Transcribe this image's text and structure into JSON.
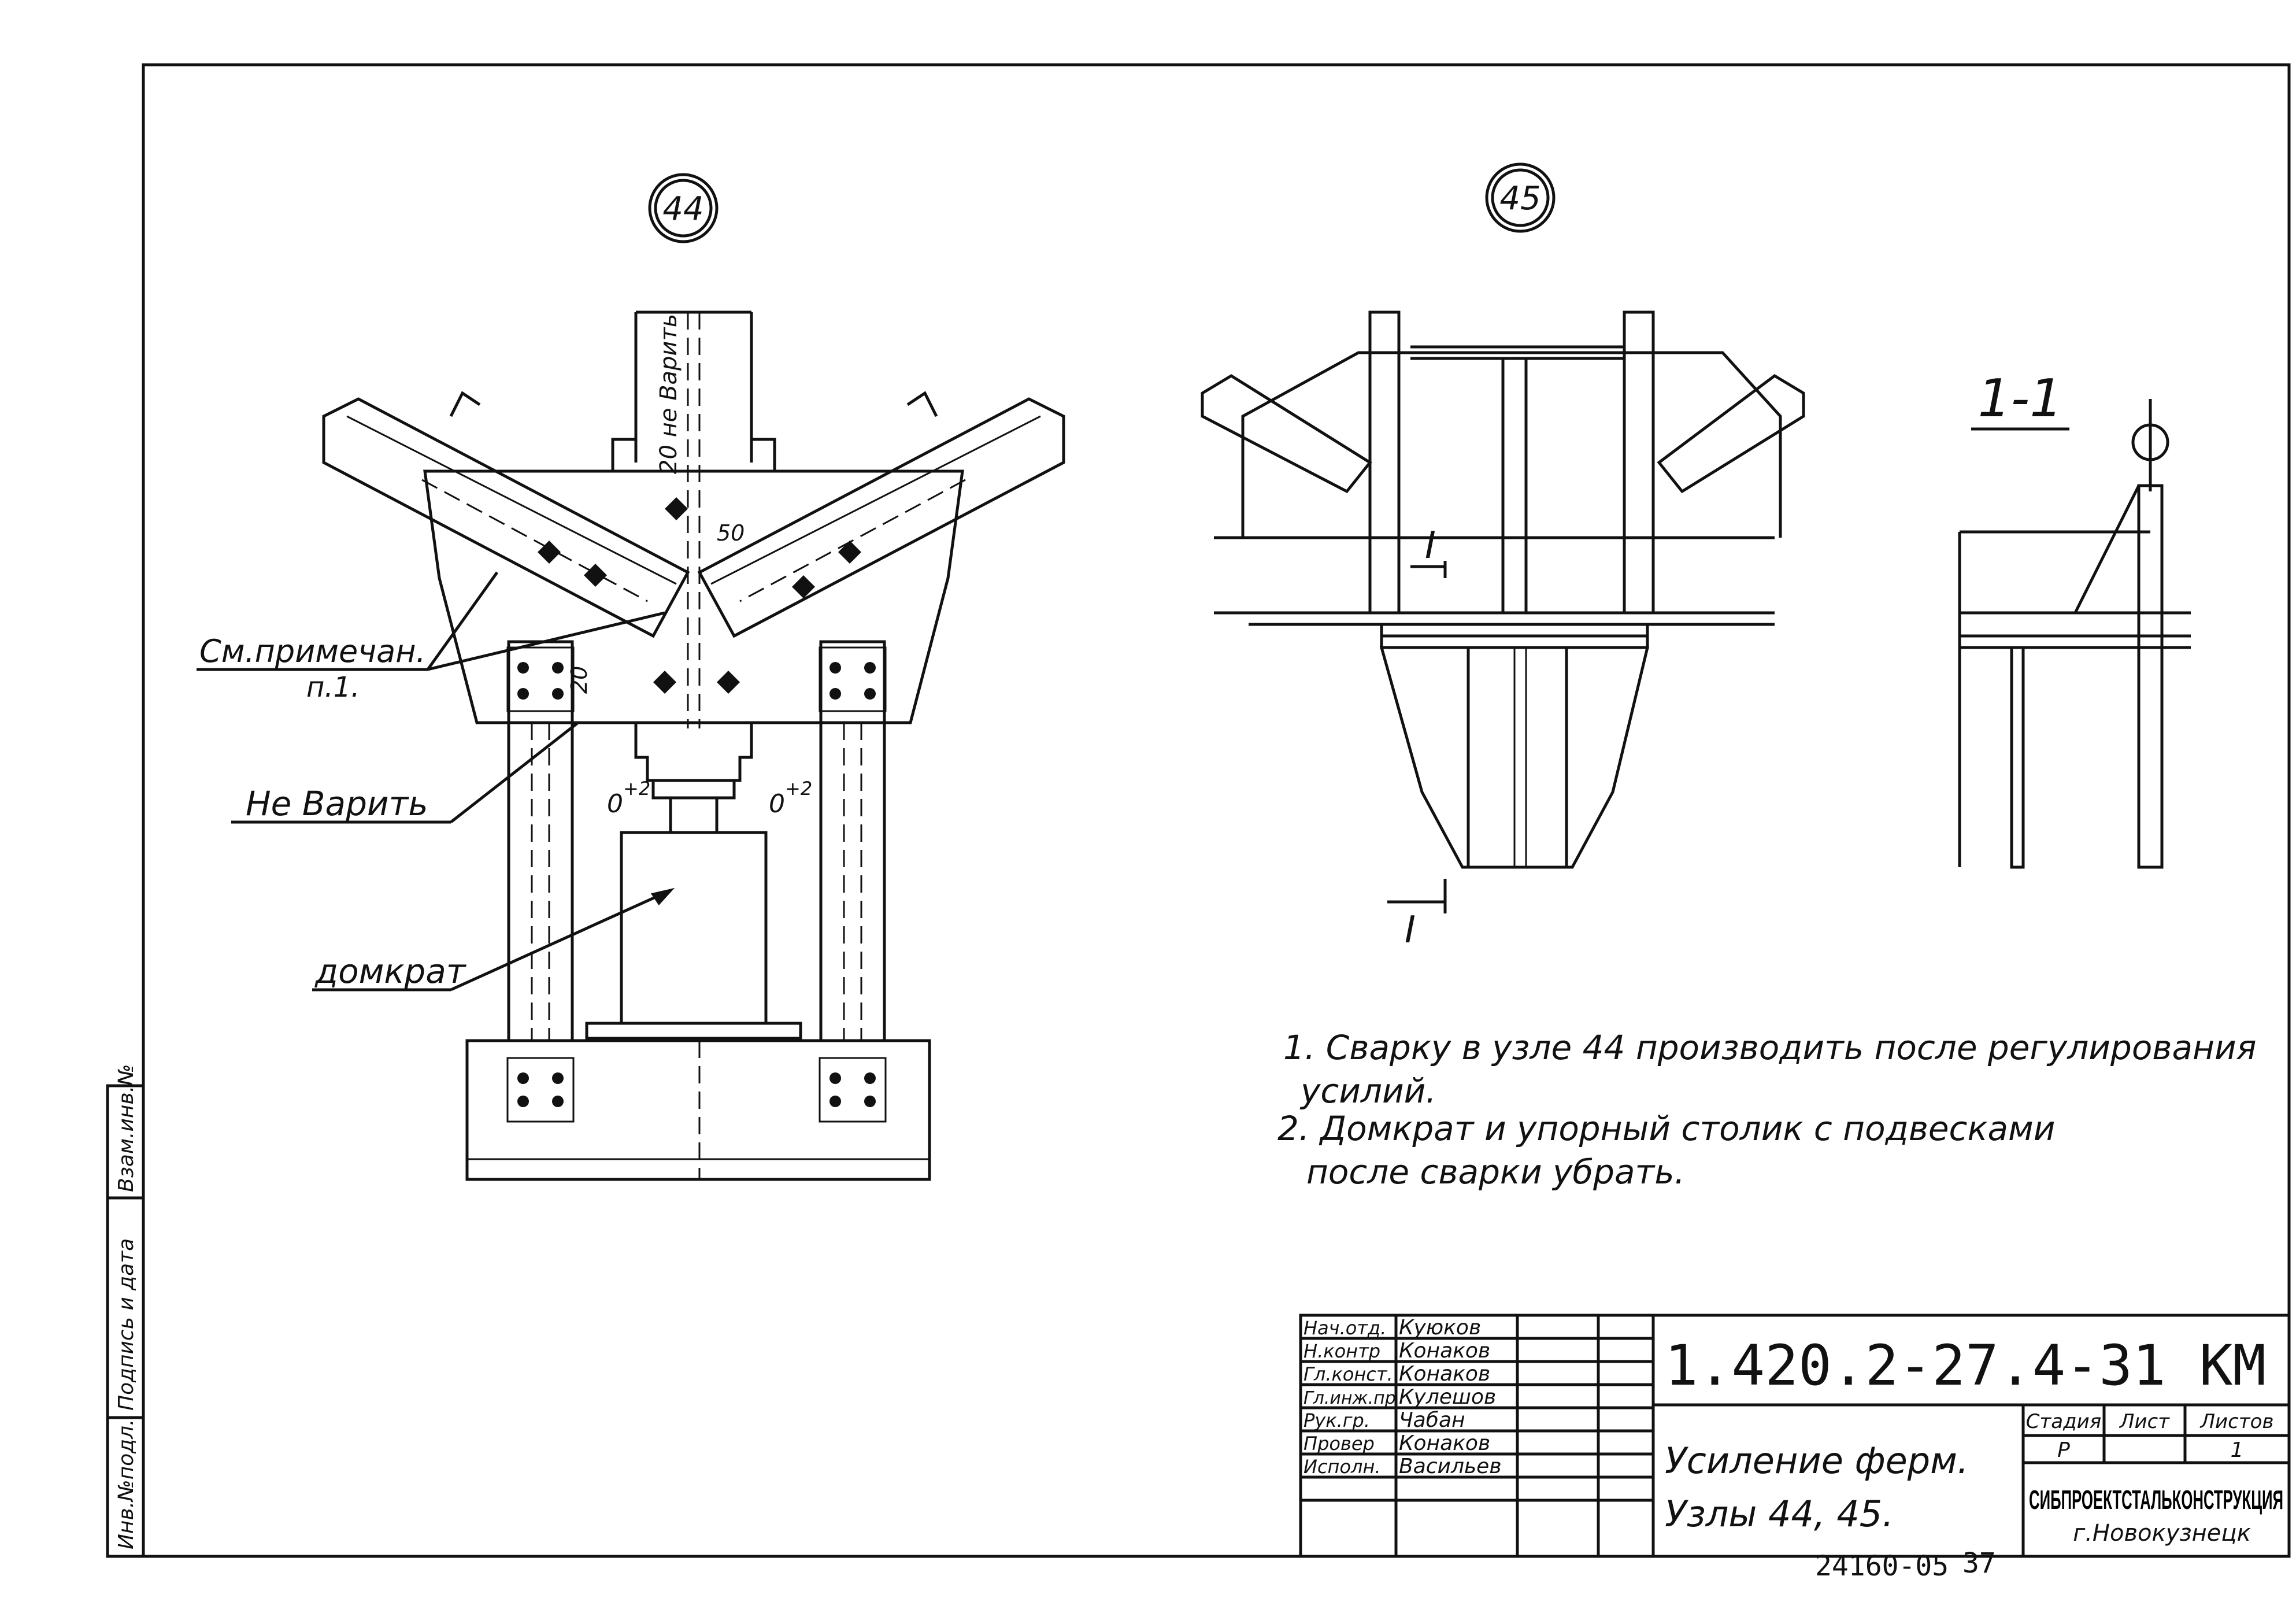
{
  "callouts": {
    "node_a": "44",
    "node_b": "45",
    "section": "1-1",
    "section_mark_left": "I",
    "section_mark_bottom": "I"
  },
  "labels": {
    "see_note": "См.примечан.",
    "see_note_item": "п.1.",
    "no_weld_diagonal": "Не Варить",
    "no_weld_vertical": "20 не Варить",
    "jack": "домкрат",
    "dim_50": "50",
    "dim_20": "20",
    "gap_left": "0",
    "gap_left_sup": "+2",
    "gap_right": "0",
    "gap_right_sup": "+2"
  },
  "notes": {
    "n1_line1": "1. Сварку в узле 44 производить после регулирования",
    "n1_line2": "усилий.",
    "n2_line1": "2. Домкрат и упорный столик с подвесками",
    "n2_line2": "после сварки убрать."
  },
  "title_block": {
    "doc_code": "1.420.2-27.4-31 КМ",
    "staff": [
      {
        "role": "Нач.отд.",
        "name": "Куюков"
      },
      {
        "role": "Н.контр",
        "name": "Конаков"
      },
      {
        "role": "Гл.конст.",
        "name": "Конаков"
      },
      {
        "role": "Гл.инж.пр",
        "name": "Кулешов"
      },
      {
        "role": "Рук.гр.",
        "name": "Чабан"
      },
      {
        "role": "Провер",
        "name": "Конаков"
      },
      {
        "role": "Исполн.",
        "name": "Васильев"
      }
    ],
    "title_line1": "Усиление ферм.",
    "title_line2": "Узлы 44, 45.",
    "stage_header": "Стадия",
    "sheet_header": "Лист",
    "sheets_header": "Листов",
    "stage_value": "Р",
    "sheet_value": "",
    "sheets_value": "1",
    "org_name": "СИБПРОЕКТСТАЛЬКОНСТРУКЦИЯ",
    "org_city": "г.Новокузнецк"
  },
  "side_stamp": {
    "col1": "Инв.№подл.",
    "col2": "Подпись и дата",
    "col3": "Взам.инв.№"
  },
  "archive_number": "24160-05",
  "archive_sheet": "37"
}
